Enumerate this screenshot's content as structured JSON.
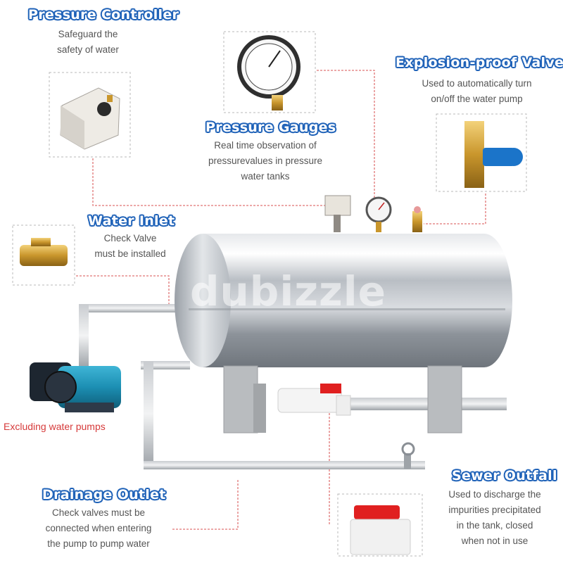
{
  "labels": {
    "pressure_controller": {
      "title": "Pressure Controller",
      "lines": [
        "Safeguard the",
        "safety of water"
      ]
    },
    "pressure_gauges": {
      "title": "Pressure Gauges",
      "lines": [
        "Real time observation of",
        "pressurevalues in pressure",
        "water tanks"
      ]
    },
    "explosion_valves": {
      "title": "Explosion-proof Valves",
      "lines": [
        "Used to automatically turn",
        "on/off the water pump"
      ]
    },
    "water_inlet": {
      "title": "Water Inlet",
      "lines": [
        "Check Valve",
        "must be installed"
      ]
    },
    "pump_note": "Excluding water pumps",
    "drainage_outlet": {
      "title": "Drainage Outlet",
      "lines": [
        "Check valves must be",
        "connected when entering",
        "the pump to pump water"
      ]
    },
    "sewer_outfall": {
      "title": "Sewer Outfall",
      "lines": [
        "Used to discharge the",
        "impurities precipitated",
        "in the tank, closed",
        "when not in use"
      ]
    }
  },
  "watermark": "dubizzle",
  "colors": {
    "title_fill": "#ffffff",
    "title_outline": "#1f62b8",
    "leader_line": "#e07575",
    "pump_label": "#d63a3a",
    "pump_body": "#1c8fb3"
  }
}
